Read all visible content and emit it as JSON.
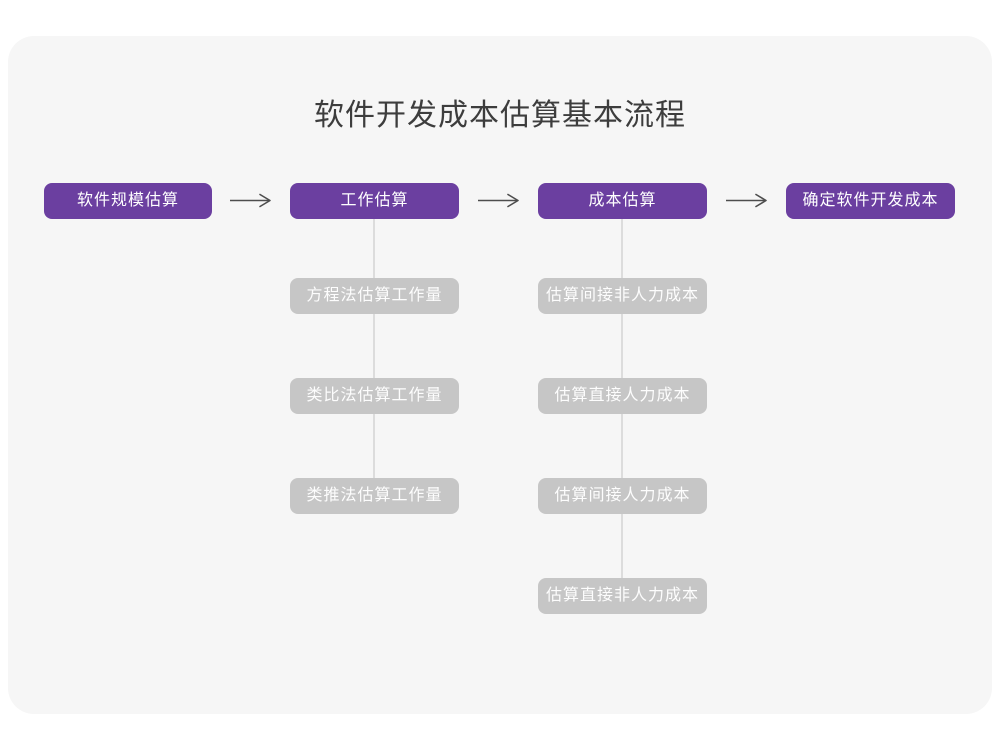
{
  "title": "软件开发成本估算基本流程",
  "colors": {
    "accent_purple": "#6b3fa0",
    "sub_node_gray": "#c6c6c6",
    "connector_line": "#dcdcdc",
    "arrow": "#4d4d4d",
    "card_background": "#f6f6f6",
    "title_text": "#3d3d3d"
  },
  "flow": {
    "stages": [
      {
        "label": "软件规模估算"
      },
      {
        "label": "工作估算"
      },
      {
        "label": "成本估算"
      },
      {
        "label": "确定软件开发成本"
      }
    ]
  },
  "sub_steps": {
    "work_estimation": [
      "方程法估算工作量",
      "类比法估算工作量",
      "类推法估算工作量"
    ],
    "cost_estimation": [
      "估算间接非人力成本",
      "估算直接人力成本",
      "估算间接人力成本",
      "估算直接非人力成本"
    ]
  }
}
